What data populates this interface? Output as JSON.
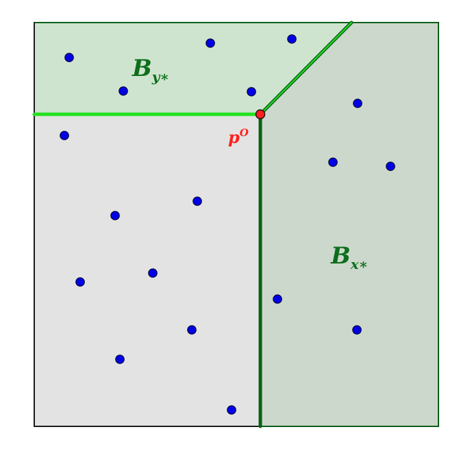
{
  "diagram": {
    "colors": {
      "outer_border": "#1b1b1b",
      "left_region_fill": "#e3e3e3",
      "right_region_fill": "#ccd8cc",
      "top_region_fill": "#cfe4cf",
      "bright_green": "#22e11f",
      "dark_green": "#0b5f18",
      "point_fill": "#0000e6",
      "point_stroke": "#000033",
      "origin_fill": "#ff1f1f",
      "origin_stroke": "#111111",
      "label_green": "#0d6e1b",
      "label_red": "#ff2020"
    },
    "labels": {
      "top_region_base": "B",
      "top_region_sub": "y∗",
      "right_region_base": "B",
      "right_region_sub": "x∗",
      "origin_base": "p",
      "origin_sup": "O"
    }
  }
}
